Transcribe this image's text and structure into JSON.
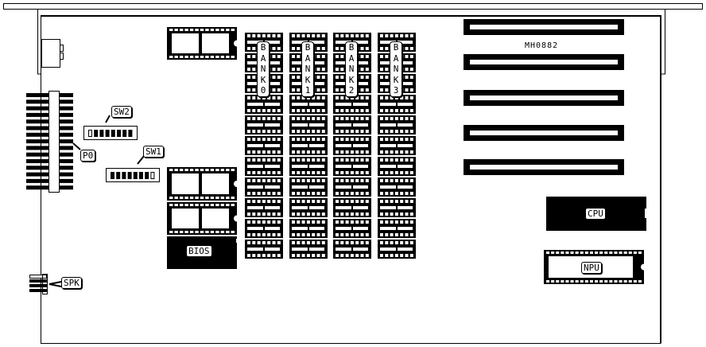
{
  "board": {
    "model": "MH0882",
    "labels": {
      "sw1": "SW1",
      "sw2": "SW2",
      "p0": "P0",
      "spk": "SPK",
      "bios": "BIOS",
      "cpu": "CPU",
      "npu": "NPU"
    },
    "banks": [
      {
        "chars": [
          "B",
          "A",
          "N",
          "K",
          "0"
        ]
      },
      {
        "chars": [
          "B",
          "A",
          "N",
          "K",
          "1"
        ]
      },
      {
        "chars": [
          "B",
          "A",
          "N",
          "K",
          "2"
        ]
      },
      {
        "chars": [
          "B",
          "A",
          "N",
          "K",
          "3"
        ]
      }
    ],
    "expansion_slot_count": 5,
    "simm_chips_per_bank": 11
  }
}
